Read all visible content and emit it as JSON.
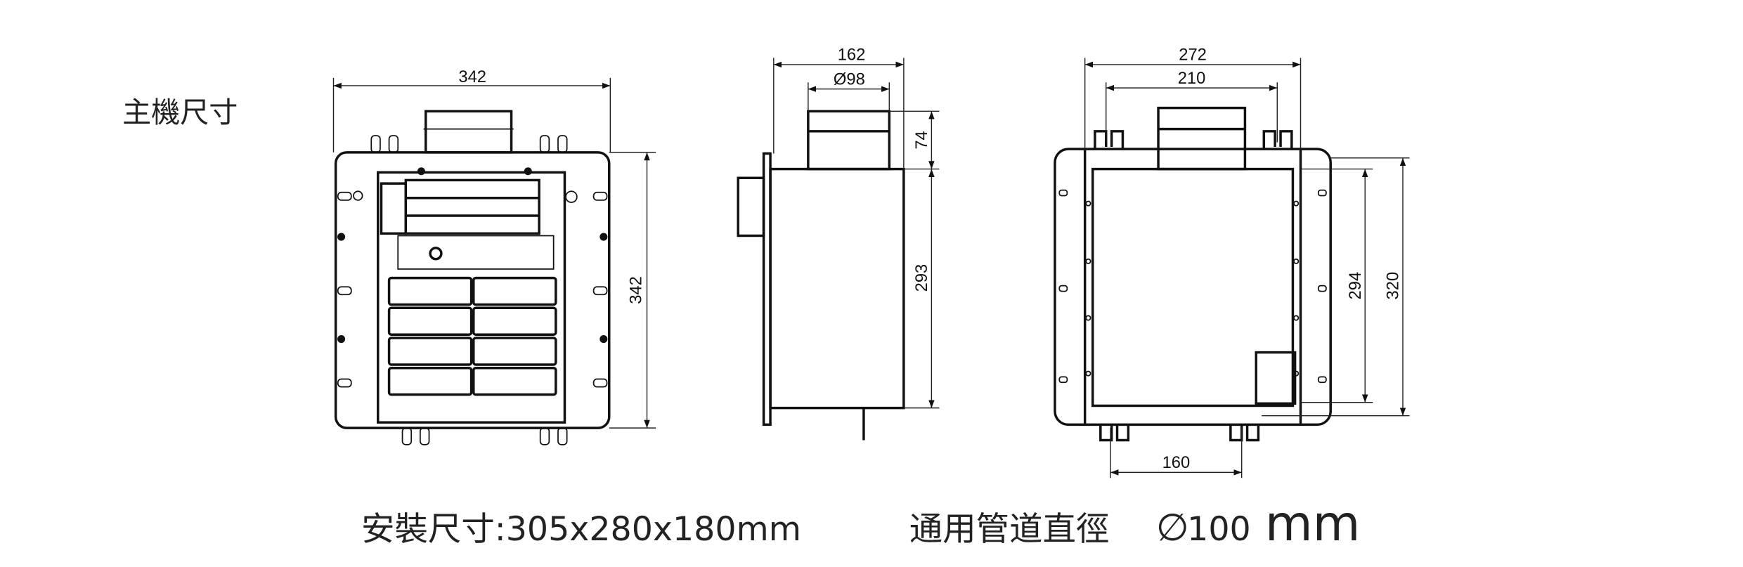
{
  "title": "主機尺寸",
  "front_view": {
    "width_label": "342",
    "height_label": "342"
  },
  "side_view": {
    "depth_label": "162",
    "duct_diameter_label": "Ø98",
    "duct_height_label": "74",
    "body_height_label": "293"
  },
  "top_view": {
    "outer_width_label": "272",
    "bracket_span_label": "210",
    "inner_height_label": "294",
    "outer_height_label": "320",
    "bottom_span_label": "160"
  },
  "footer": {
    "install_size": "安裝尺寸:305x280x180mm",
    "duct_label": "通用管道直徑",
    "duct_symbol": "∅",
    "duct_value": "100",
    "duct_unit": "mm"
  }
}
